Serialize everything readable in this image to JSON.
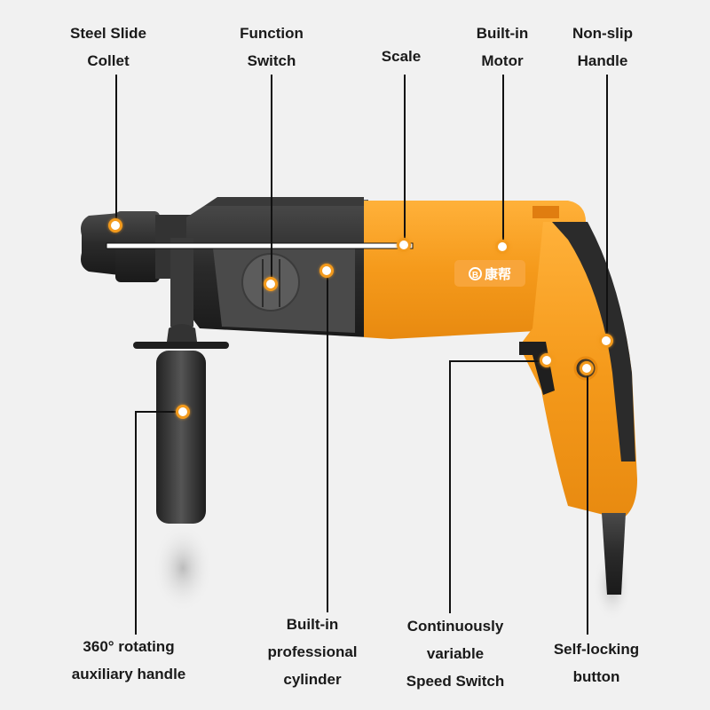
{
  "product": {
    "brand_logo_text": "康帮",
    "brand_logo_mark": "B",
    "colors": {
      "accent": "#f39a1c",
      "body_orange": "#f59a1b",
      "body_black": "#2b2b2b",
      "background": "#f1f1f1"
    }
  },
  "callouts": {
    "top": [
      {
        "id": "steel-slide-collet",
        "lines": [
          "Steel Slide",
          "Collet"
        ]
      },
      {
        "id": "function-switch",
        "lines": [
          "Function",
          "Switch"
        ]
      },
      {
        "id": "scale",
        "lines": [
          "Scale"
        ]
      },
      {
        "id": "built-in-motor",
        "lines": [
          "Built-in",
          "Motor"
        ]
      },
      {
        "id": "non-slip-handle",
        "lines": [
          "Non-slip",
          "Handle"
        ]
      }
    ],
    "bottom": [
      {
        "id": "rotating-auxiliary-handle",
        "lines": [
          "360° rotating",
          "auxiliary handle"
        ]
      },
      {
        "id": "built-in-cylinder",
        "lines": [
          "Built-in",
          "professional",
          "cylinder"
        ]
      },
      {
        "id": "variable-speed-switch",
        "lines": [
          "Continuously",
          "variable",
          "Speed Switch"
        ]
      },
      {
        "id": "self-locking-button",
        "lines": [
          "Self-locking",
          "button"
        ]
      }
    ]
  }
}
